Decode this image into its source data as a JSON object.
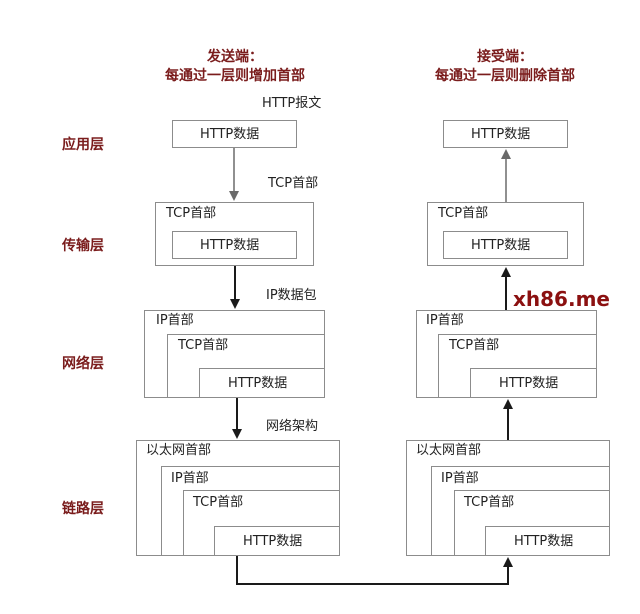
{
  "sender": {
    "title": "发送端：",
    "subtitle": "每通过一层则增加首部"
  },
  "receiver": {
    "title": "接受端：",
    "subtitle": "每通过一层则删除首部"
  },
  "layers": {
    "application": "应用层",
    "transport": "传输层",
    "network": "网络层",
    "link": "链路层"
  },
  "annotations": {
    "http_message": "HTTP报文",
    "tcp_header": "TCP首部",
    "ip_packet": "IP数据包",
    "network_frame": "网络架构"
  },
  "labels": {
    "http_data": "HTTP数据",
    "tcp_header": "TCP首部",
    "ip_header": "IP首部",
    "ethernet_header": "以太网首部"
  },
  "watermark": "xh86.me"
}
